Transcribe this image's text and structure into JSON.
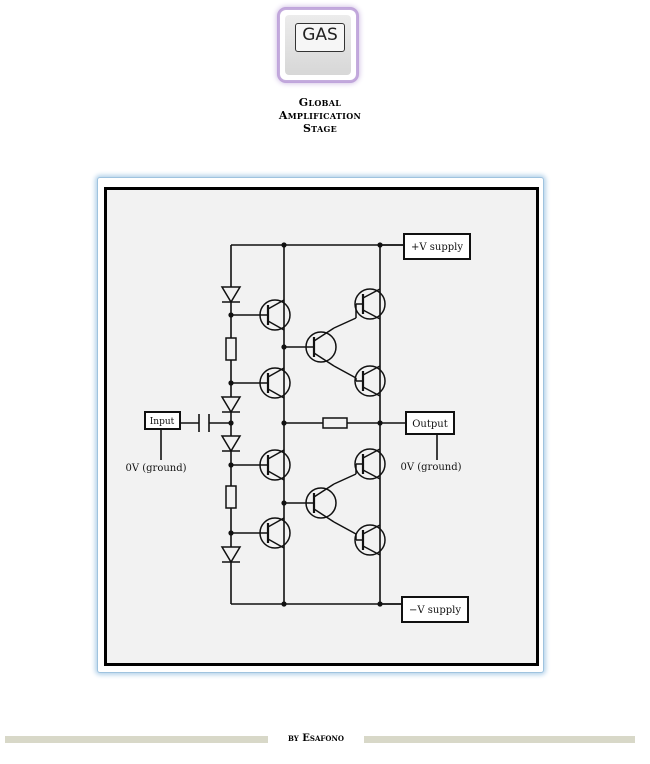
{
  "logo": {
    "text": "GAS"
  },
  "title": {
    "line1": "Global",
    "line2": "Amplification",
    "line3": "Stage"
  },
  "diagram": {
    "plus_supply": "+V supply",
    "minus_supply": "−V supply",
    "input": "Input",
    "output": "Output",
    "ground_left": "0V (ground)",
    "ground_right": "0V (ground)"
  },
  "footer": {
    "text": "by Esafono"
  }
}
